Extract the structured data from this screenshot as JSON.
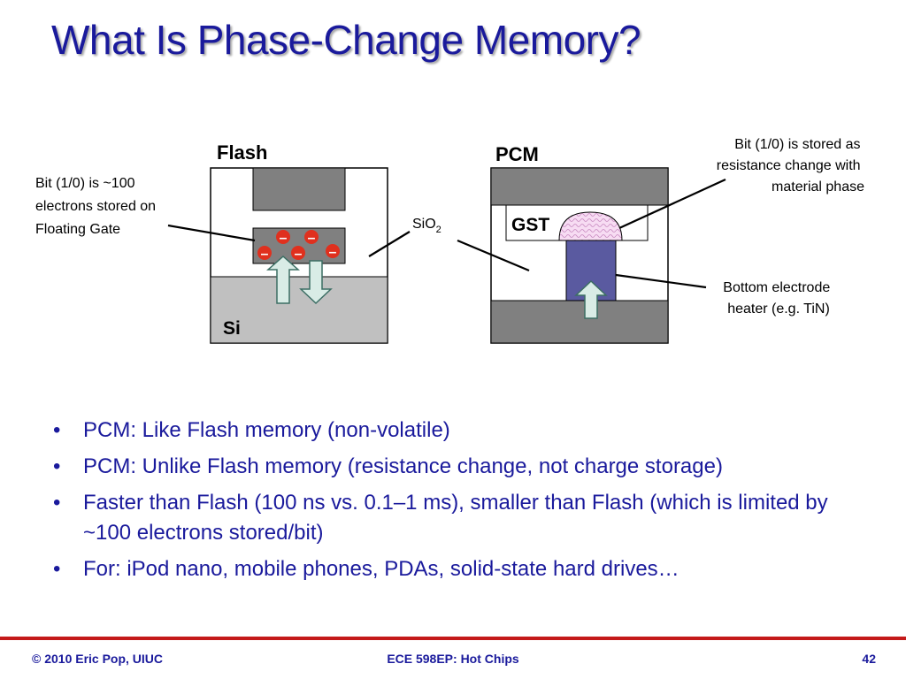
{
  "slide": {
    "title": "What Is Phase-Change Memory?"
  },
  "diagram": {
    "flash_label": "Flash",
    "pcm_label": "PCM",
    "si_label": "Si",
    "gst_label": "GST",
    "sio2_main": "SiO",
    "sio2_sub": "2",
    "note_flash": [
      "Bit (1/0) is ~100",
      "electrons stored on",
      "Floating Gate"
    ],
    "note_pcm": [
      "Bit (1/0) is stored as",
      "resistance change with",
      "material phase"
    ],
    "note_heater": [
      "Bottom electrode",
      "heater (e.g. TiN)"
    ],
    "electron_symbol": "–",
    "colors": {
      "electrode_gray": "#808080",
      "substrate_gray": "#c0c0c0",
      "electron_red": "#e0301e",
      "heater_blue": "#5a5aa0",
      "arrow_fill": "#d9ece6",
      "gst_pink": "#f4c9ef"
    }
  },
  "bullets": [
    "PCM: Like Flash memory (non-volatile)",
    "PCM: Unlike Flash memory (resistance change, not charge storage)",
    "Faster than Flash (100 ns vs. 0.1–1 ms), smaller than Flash (which is limited by ~100 electrons stored/bit)",
    "For: iPod nano, mobile phones, PDAs, solid-state hard drives…"
  ],
  "footer": {
    "copyright": "© 2010 Eric Pop, UIUC",
    "course": "ECE 598EP: Hot Chips",
    "page_number": "42"
  }
}
